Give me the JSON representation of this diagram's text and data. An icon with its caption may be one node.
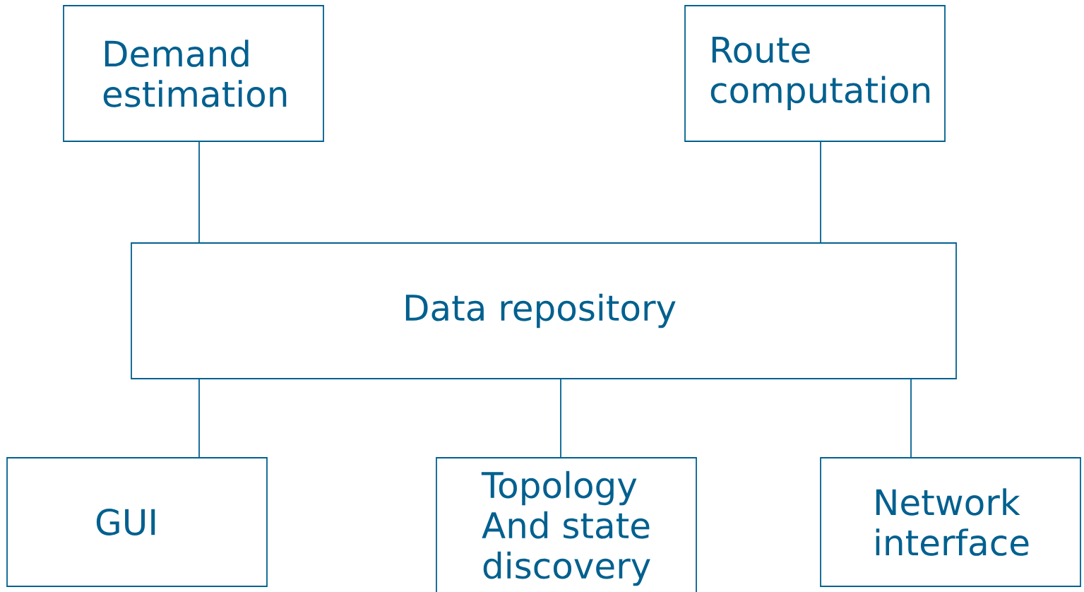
{
  "diagram": {
    "nodes": [
      {
        "text": [
          "Demand estimation"
        ]
      },
      {
        "text": [
          "Route computation"
        ]
      },
      {
        "text": [
          "Data repository"
        ]
      },
      {
        "text": [
          "GUI"
        ]
      },
      {
        "text": [
          "Topology And state discovery"
        ]
      },
      {
        "text": [
          "Network interface"
        ]
      }
    ],
    "edges": [
      {
        "from": 0,
        "to": 2,
        "arrow": "none"
      },
      {
        "from": 1,
        "to": 2,
        "arrow": "none"
      },
      {
        "from": 2,
        "to": 3,
        "arrow": "none"
      },
      {
        "from": 2,
        "to": 4,
        "arrow": "none"
      },
      {
        "from": 2,
        "to": 5,
        "arrow": "none"
      }
    ]
  }
}
